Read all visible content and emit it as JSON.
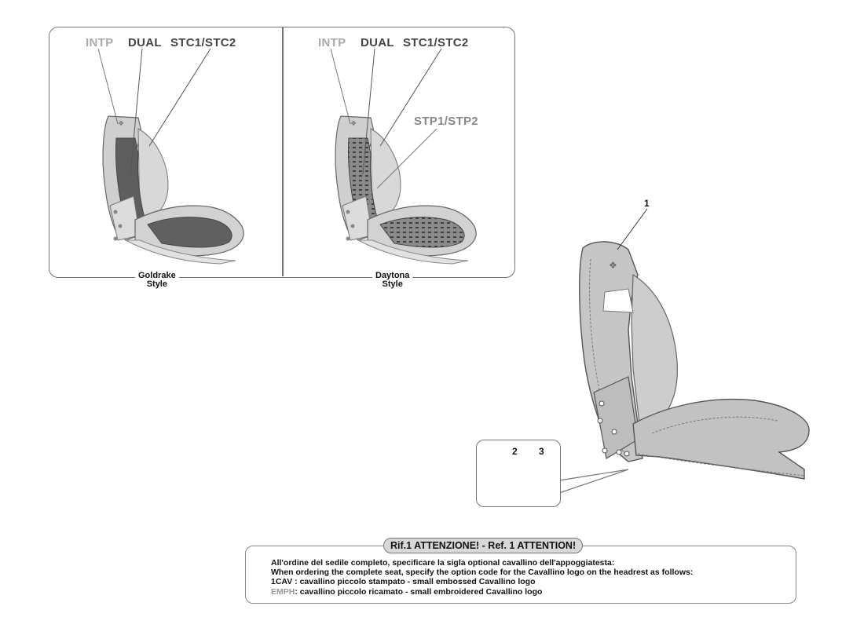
{
  "styles_panel": {
    "left": {
      "labels": {
        "intp": "INTP",
        "dual": "DUAL",
        "stc": "STC1/STC2"
      },
      "caption_line1": "Goldrake",
      "caption_line2": "Style"
    },
    "right": {
      "labels": {
        "intp": "INTP",
        "dual": "DUAL",
        "stc": "STC1/STC2",
        "stp": "STP1/STP2"
      },
      "caption_line1": "Daytona",
      "caption_line2": "Style"
    }
  },
  "callouts": {
    "seat": "1",
    "screw": "2",
    "washer": "3"
  },
  "note": {
    "title": "Rif.1 ATTENZIONE! - Ref. 1 ATTENTION!",
    "line_it": "All'ordine del sedile completo, specificare la sigla optional cavallino dell'appoggiatesta:",
    "line_en": "When ordering the complete seat, specify the option code for the Cavallino logo on the headrest as follows:",
    "opt1_code": "1CAV",
    "opt1_text": " : cavallino piccolo stampato - small embossed Cavallino logo",
    "opt2_code": "EMPH",
    "opt2_text": ": cavallino piccolo ricamato - small embroidered Cavallino logo"
  },
  "colors": {
    "seat_fill": "#c9c9c9",
    "seat_dark": "#6f6f6f",
    "frame": "#777777"
  }
}
